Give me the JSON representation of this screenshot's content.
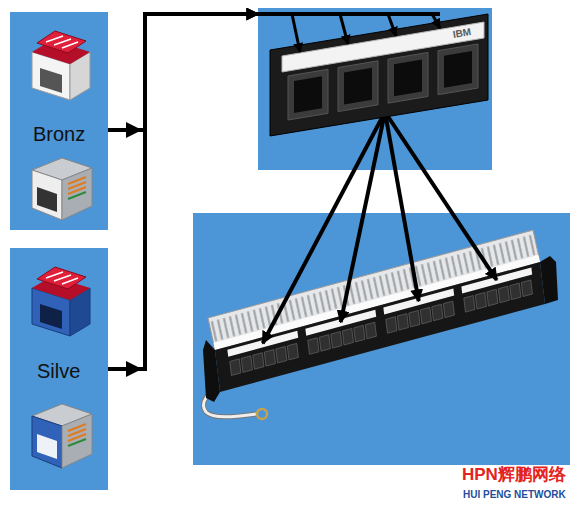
{
  "diagram": {
    "nodes": [
      {
        "text": [
          "Bronz"
        ]
      },
      {
        "text": [
          "IBM"
        ]
      },
      {
        "text": [
          "Silve"
        ]
      }
    ],
    "edges": [
      {
        "from": 0,
        "to": 1,
        "arrow": "to"
      },
      {
        "from": 2,
        "to": 1,
        "arrow": "to"
      }
    ],
    "labels": [
      "HPN辉鹏网络",
      "HUI PENG NETWORK"
    ]
  }
}
